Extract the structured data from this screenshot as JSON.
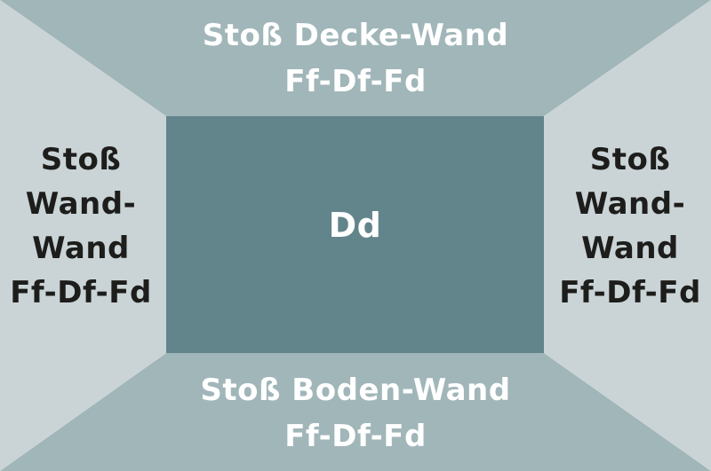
{
  "colors": {
    "top_panel": "#a1b6b9",
    "bottom_panel": "#a1b6b9",
    "left_panel": "#cad4d6",
    "right_panel": "#cad4d6",
    "center_panel": "#62858b",
    "light_text": "#ffffff",
    "dark_text": "#1d1d1b"
  },
  "panels": {
    "top": {
      "lines": [
        "Stoß Decke-Wand",
        "Ff-Df-Fd"
      ]
    },
    "bottom": {
      "lines": [
        "Stoß Boden-Wand",
        "Ff-Df-Fd"
      ]
    },
    "left": {
      "lines": [
        "Stoß",
        "Wand-",
        "Wand",
        "Ff-Df-Fd"
      ]
    },
    "right": {
      "lines": [
        "Stoß",
        "Wand-",
        "Wand",
        "Ff-Df-Fd"
      ]
    },
    "center": {
      "lines": [
        "Dd"
      ]
    }
  }
}
